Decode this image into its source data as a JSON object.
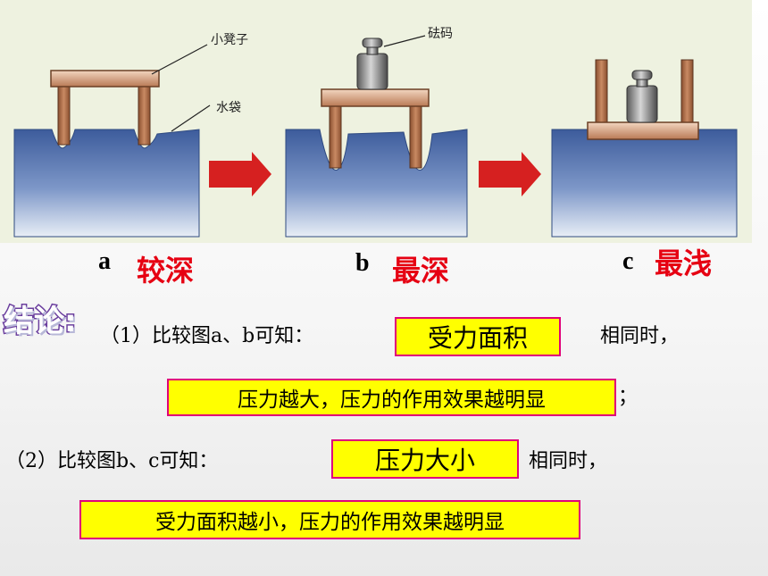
{
  "labels": {
    "stool": "小凳子",
    "weight": "砝码",
    "water_bag": "水袋",
    "a": "a",
    "b": "b",
    "c": "c",
    "a_depth": "较深",
    "b_depth": "最深",
    "c_depth": "最浅"
  },
  "conclusion": {
    "title": "结论:",
    "line1_prefix": "（1）比较图a、b可知：",
    "line1_box": "受力面积",
    "line1_suffix": "相同时，",
    "line2_box": "压力越大，压力的作用效果越明显",
    "line2_suffix": "；",
    "line3_prefix": "（2）比较图b、c可知：",
    "line3_box": "压力大小",
    "line3_suffix": "相同时，",
    "line4_box": "受力面积越小，压力的作用效果越明显"
  },
  "colors": {
    "water": "#4a6aa8",
    "stool": "#c98a63",
    "arrow": "#d62020",
    "highlight": "#ffff00",
    "emphasis": "#e60012"
  }
}
